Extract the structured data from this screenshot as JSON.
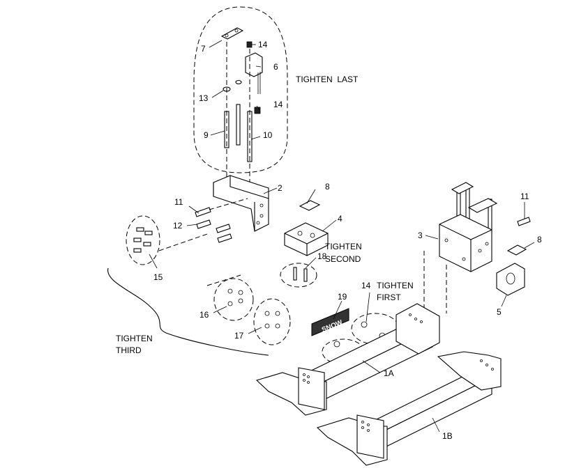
{
  "callouts": {
    "c1a": "1A",
    "c1b": "1B",
    "c2": "2",
    "c3": "3",
    "c4": "4",
    "c5": "5",
    "c6": "6",
    "c7": "7",
    "c8a": "8",
    "c8b": "8",
    "c9": "9",
    "c10": "10",
    "c11a": "11",
    "c11b": "11",
    "c12": "12",
    "c13": "13",
    "c14a": "14",
    "c14b": "14",
    "c14c": "14",
    "c15": "15",
    "c16": "16",
    "c17": "17",
    "c18": "18",
    "c19": "19"
  },
  "notes": {
    "tighten_last": "TIGHTEN  LAST",
    "tighten_second_1": "TIGHTEN",
    "tighten_second_2": "SECOND",
    "tighten_first_1": "TIGHTEN",
    "tighten_first_2": "FIRST",
    "tighten_third_1": "TIGHTEN",
    "tighten_third_2": "THIRD"
  },
  "decal_text": "SNOW"
}
